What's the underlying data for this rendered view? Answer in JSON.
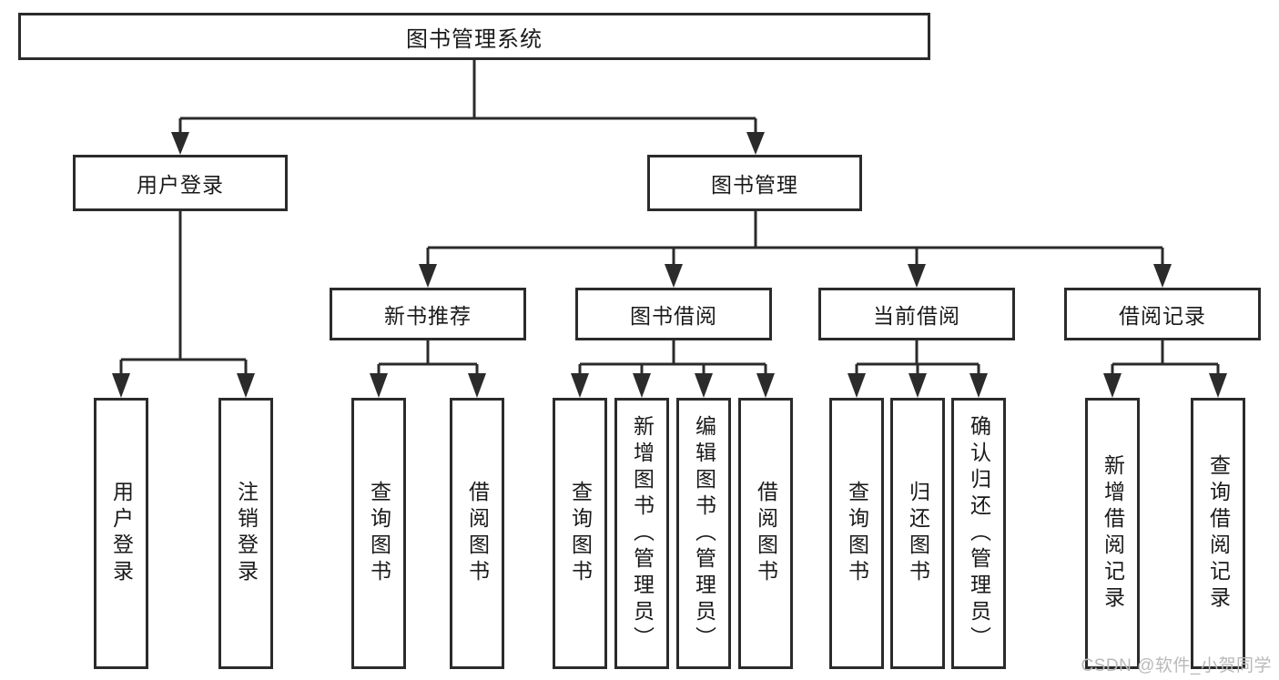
{
  "diagram": {
    "type": "tree-hierarchy",
    "title": "图书管理系统",
    "watermark": "CSDN @软件_小贺同学",
    "colors": {
      "stroke": "#2b2b2b",
      "fill": "#ffffff",
      "text": "#1a1a1a",
      "watermark": "#b9b9b9"
    },
    "levels": {
      "root": {
        "label": "图书管理系统"
      },
      "level2": [
        {
          "label": "用户登录"
        },
        {
          "label": "图书管理"
        }
      ],
      "level3": [
        {
          "label": "新书推荐"
        },
        {
          "label": "图书借阅"
        },
        {
          "label": "当前借阅"
        },
        {
          "label": "借阅记录"
        }
      ],
      "leaves": [
        {
          "label": "用户登录",
          "parent": "用户登录"
        },
        {
          "label": "注销登录",
          "parent": "用户登录"
        },
        {
          "label": "查询图书",
          "parent": "新书推荐"
        },
        {
          "label": "借阅图书",
          "parent": "新书推荐"
        },
        {
          "label": "查询图书",
          "parent": "图书借阅"
        },
        {
          "label": "新增图书（管理员）",
          "parent": "图书借阅"
        },
        {
          "label": "编辑图书（管理员）",
          "parent": "图书借阅"
        },
        {
          "label": "借阅图书",
          "parent": "图书借阅"
        },
        {
          "label": "查询图书",
          "parent": "当前借阅"
        },
        {
          "label": "归还图书",
          "parent": "当前借阅"
        },
        {
          "label": "确认归还（管理员）",
          "parent": "当前借阅"
        },
        {
          "label": "新增借阅记录",
          "parent": "借阅记录"
        },
        {
          "label": "查询借阅记录",
          "parent": "借阅记录"
        }
      ]
    }
  }
}
